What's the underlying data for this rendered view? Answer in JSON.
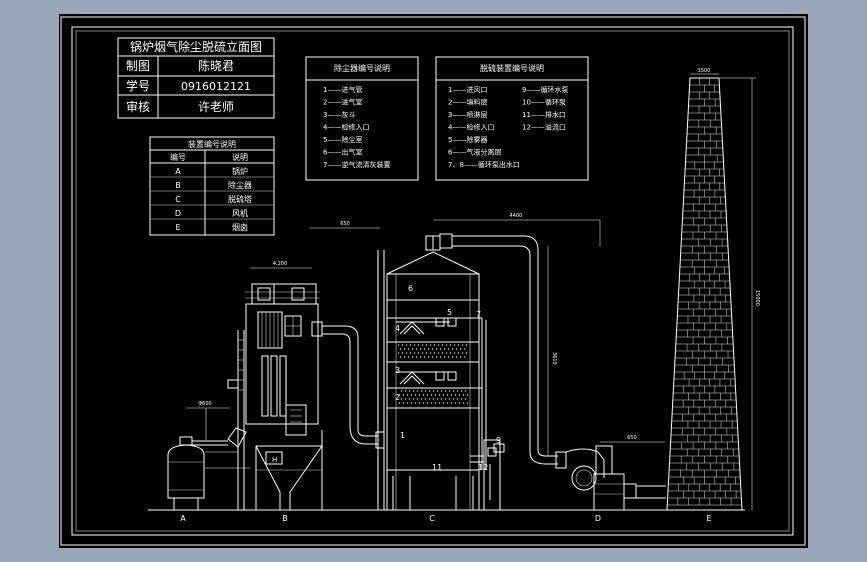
{
  "title_block": {
    "title": "锅炉烟气除尘脱硫立面图",
    "rows": [
      {
        "label": "制图",
        "value": "陈晓君"
      },
      {
        "label": "学号",
        "value": "0916012121"
      },
      {
        "label": "审核",
        "value": "许老师"
      }
    ]
  },
  "device_legend": {
    "title": "装置编号说明",
    "header": [
      "编号",
      "说明"
    ],
    "rows": [
      [
        "A",
        "锅炉"
      ],
      [
        "B",
        "除尘器"
      ],
      [
        "C",
        "脱硫塔"
      ],
      [
        "D",
        "风机"
      ],
      [
        "E",
        "烟囱"
      ]
    ]
  },
  "dust_legend": {
    "title": "除尘器编号说明",
    "items": [
      "1——进气管",
      "2——进气室",
      "3——灰斗",
      "4——检修入口",
      "5——除尘室",
      "6——出气室",
      "7——逆气流清灰装置"
    ]
  },
  "desulf_legend": {
    "title": "脱硫装置编号说明",
    "left_items": [
      "1——进风口",
      "2——填料层",
      "3——喷淋层",
      "4——检修入口",
      "5——除雾器",
      "6——气液分离层",
      "7、8——循环泵出水口"
    ],
    "right_items": [
      "9——循环水泵",
      "10——循环泵",
      "11——排水口",
      "12——溢流口"
    ]
  },
  "unit_labels": [
    "A",
    "B",
    "C",
    "D",
    "E"
  ],
  "tower_callouts": {
    "c6": "6",
    "c5": "5",
    "c7": "7",
    "c4": "4",
    "c3": "3",
    "c2": "2",
    "c1": "1",
    "c11": "11",
    "c12": "12",
    "c9": "9"
  },
  "dimensions": {
    "d_boiler": "Φ600",
    "d_b_top": "4.200",
    "d_c_gap": "650",
    "d_c_width": "4400",
    "d_c_right": "3610",
    "d_fan": "650",
    "d_stack_top": "1500",
    "d_stack_h": "15000"
  },
  "colors": {
    "canvas": "#000000",
    "frame": "#ffffff",
    "background": "#9aa7b8"
  }
}
